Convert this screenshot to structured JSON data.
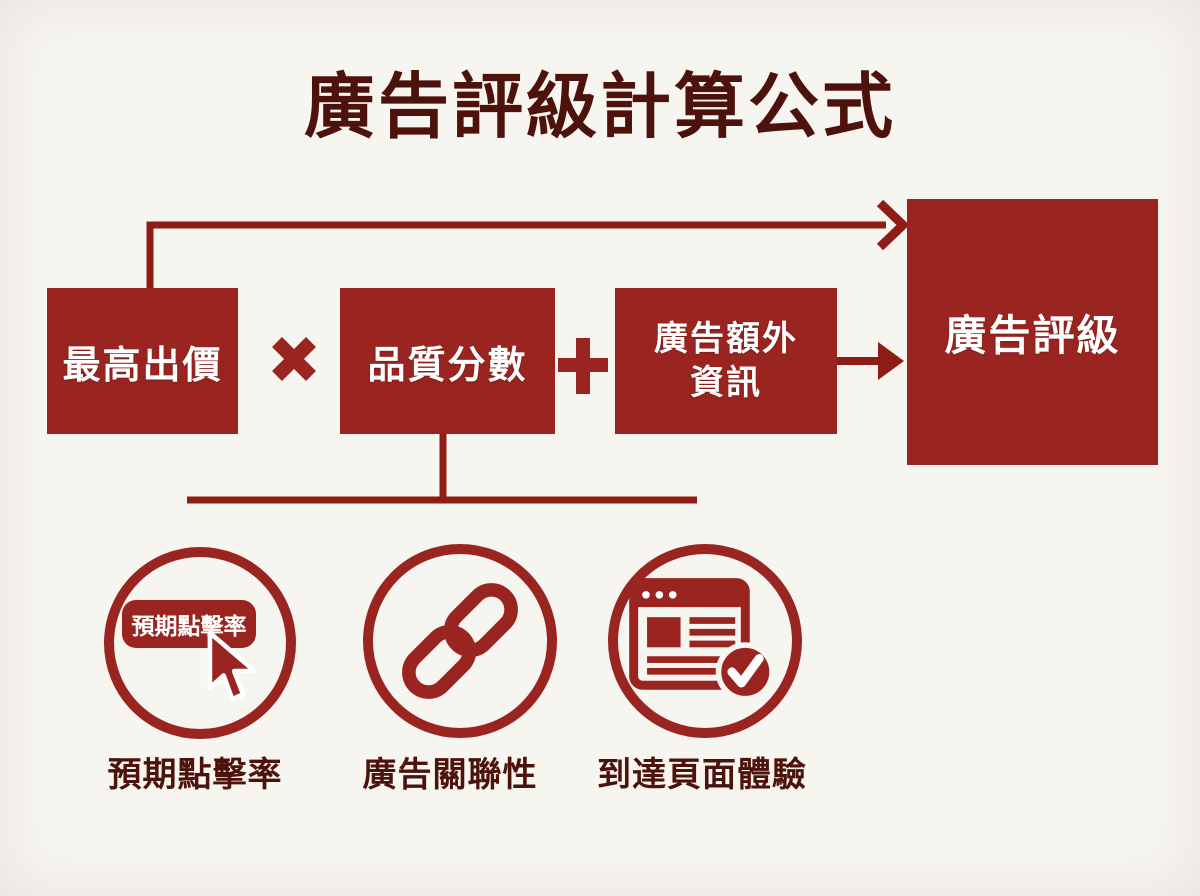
{
  "title": "廣告評級計算公式",
  "colors": {
    "primary_red": "#9A2420",
    "line_red": "#8E1D18",
    "dark_maroon": "#4E120D",
    "background": "#F7F5F0",
    "text_on_red": "#FFFFFF"
  },
  "formula": {
    "boxes": [
      {
        "label": "最高出價"
      },
      {
        "label": "品質分數"
      },
      {
        "line1": "廣告額外",
        "line2": "資訊"
      },
      {
        "label": "廣告評級"
      }
    ],
    "operators": [
      {
        "symbol": "×",
        "name": "multiply"
      },
      {
        "symbol": "+",
        "name": "plus"
      }
    ]
  },
  "quality_factors": [
    {
      "label": "預期點擊率",
      "icon": "button-cursor-icon",
      "button_text": "預期點擊率"
    },
    {
      "label": "廣告關聯性",
      "icon": "chain-link-icon"
    },
    {
      "label": "到達頁面體驗",
      "icon": "webpage-check-icon"
    }
  ]
}
